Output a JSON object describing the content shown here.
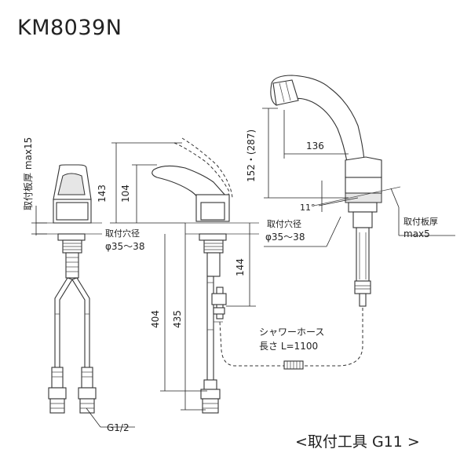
{
  "title": "KM8039N",
  "footer": "<取付工具 G11 >",
  "labels": {
    "plate_thickness_left": "取付板厚 max15",
    "hole_left_1": "取付穴径",
    "hole_left_2": "φ35～38",
    "hole_right_1": "取付穴径",
    "hole_right_2": "φ35～38",
    "plate_thickness_right_1": "取付板厚",
    "plate_thickness_right_2": "max5",
    "hose_1": "シャワーホース",
    "hose_2": "長さ L=1100",
    "thread": "G1/2"
  },
  "dimensions": {
    "d143": "143",
    "d104": "104",
    "d404": "404",
    "d435": "435",
    "d144": "144",
    "d136": "136",
    "d152": "152・(287)",
    "angle": "11°"
  },
  "colors": {
    "line": "#333333",
    "fill_gray": "#e6e6e6"
  }
}
